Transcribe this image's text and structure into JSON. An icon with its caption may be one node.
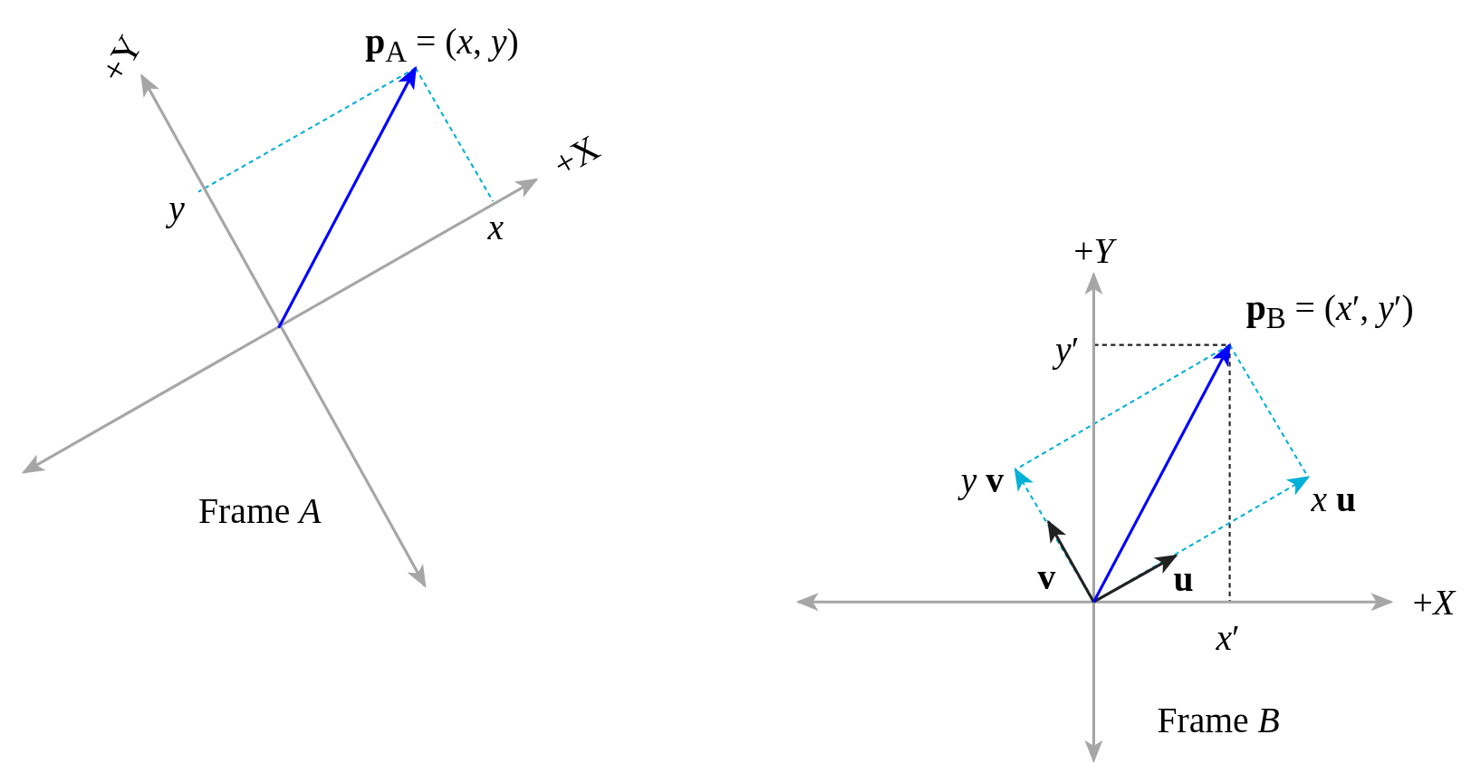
{
  "diagram": {
    "labels": [
      "+Y",
      "**p**$_{A}$ = (*x*, *y*)",
      "+X",
      "*y*",
      "*x*",
      "Frame *A*",
      "+*Y*",
      "**p**$_{B}$ = (*x*′, *y*′)",
      "*y*′",
      "*y* **v**",
      "*x* **u**",
      "**v**",
      "**u**",
      "+*X*",
      "*x*′",
      "Frame *B*"
    ]
  }
}
